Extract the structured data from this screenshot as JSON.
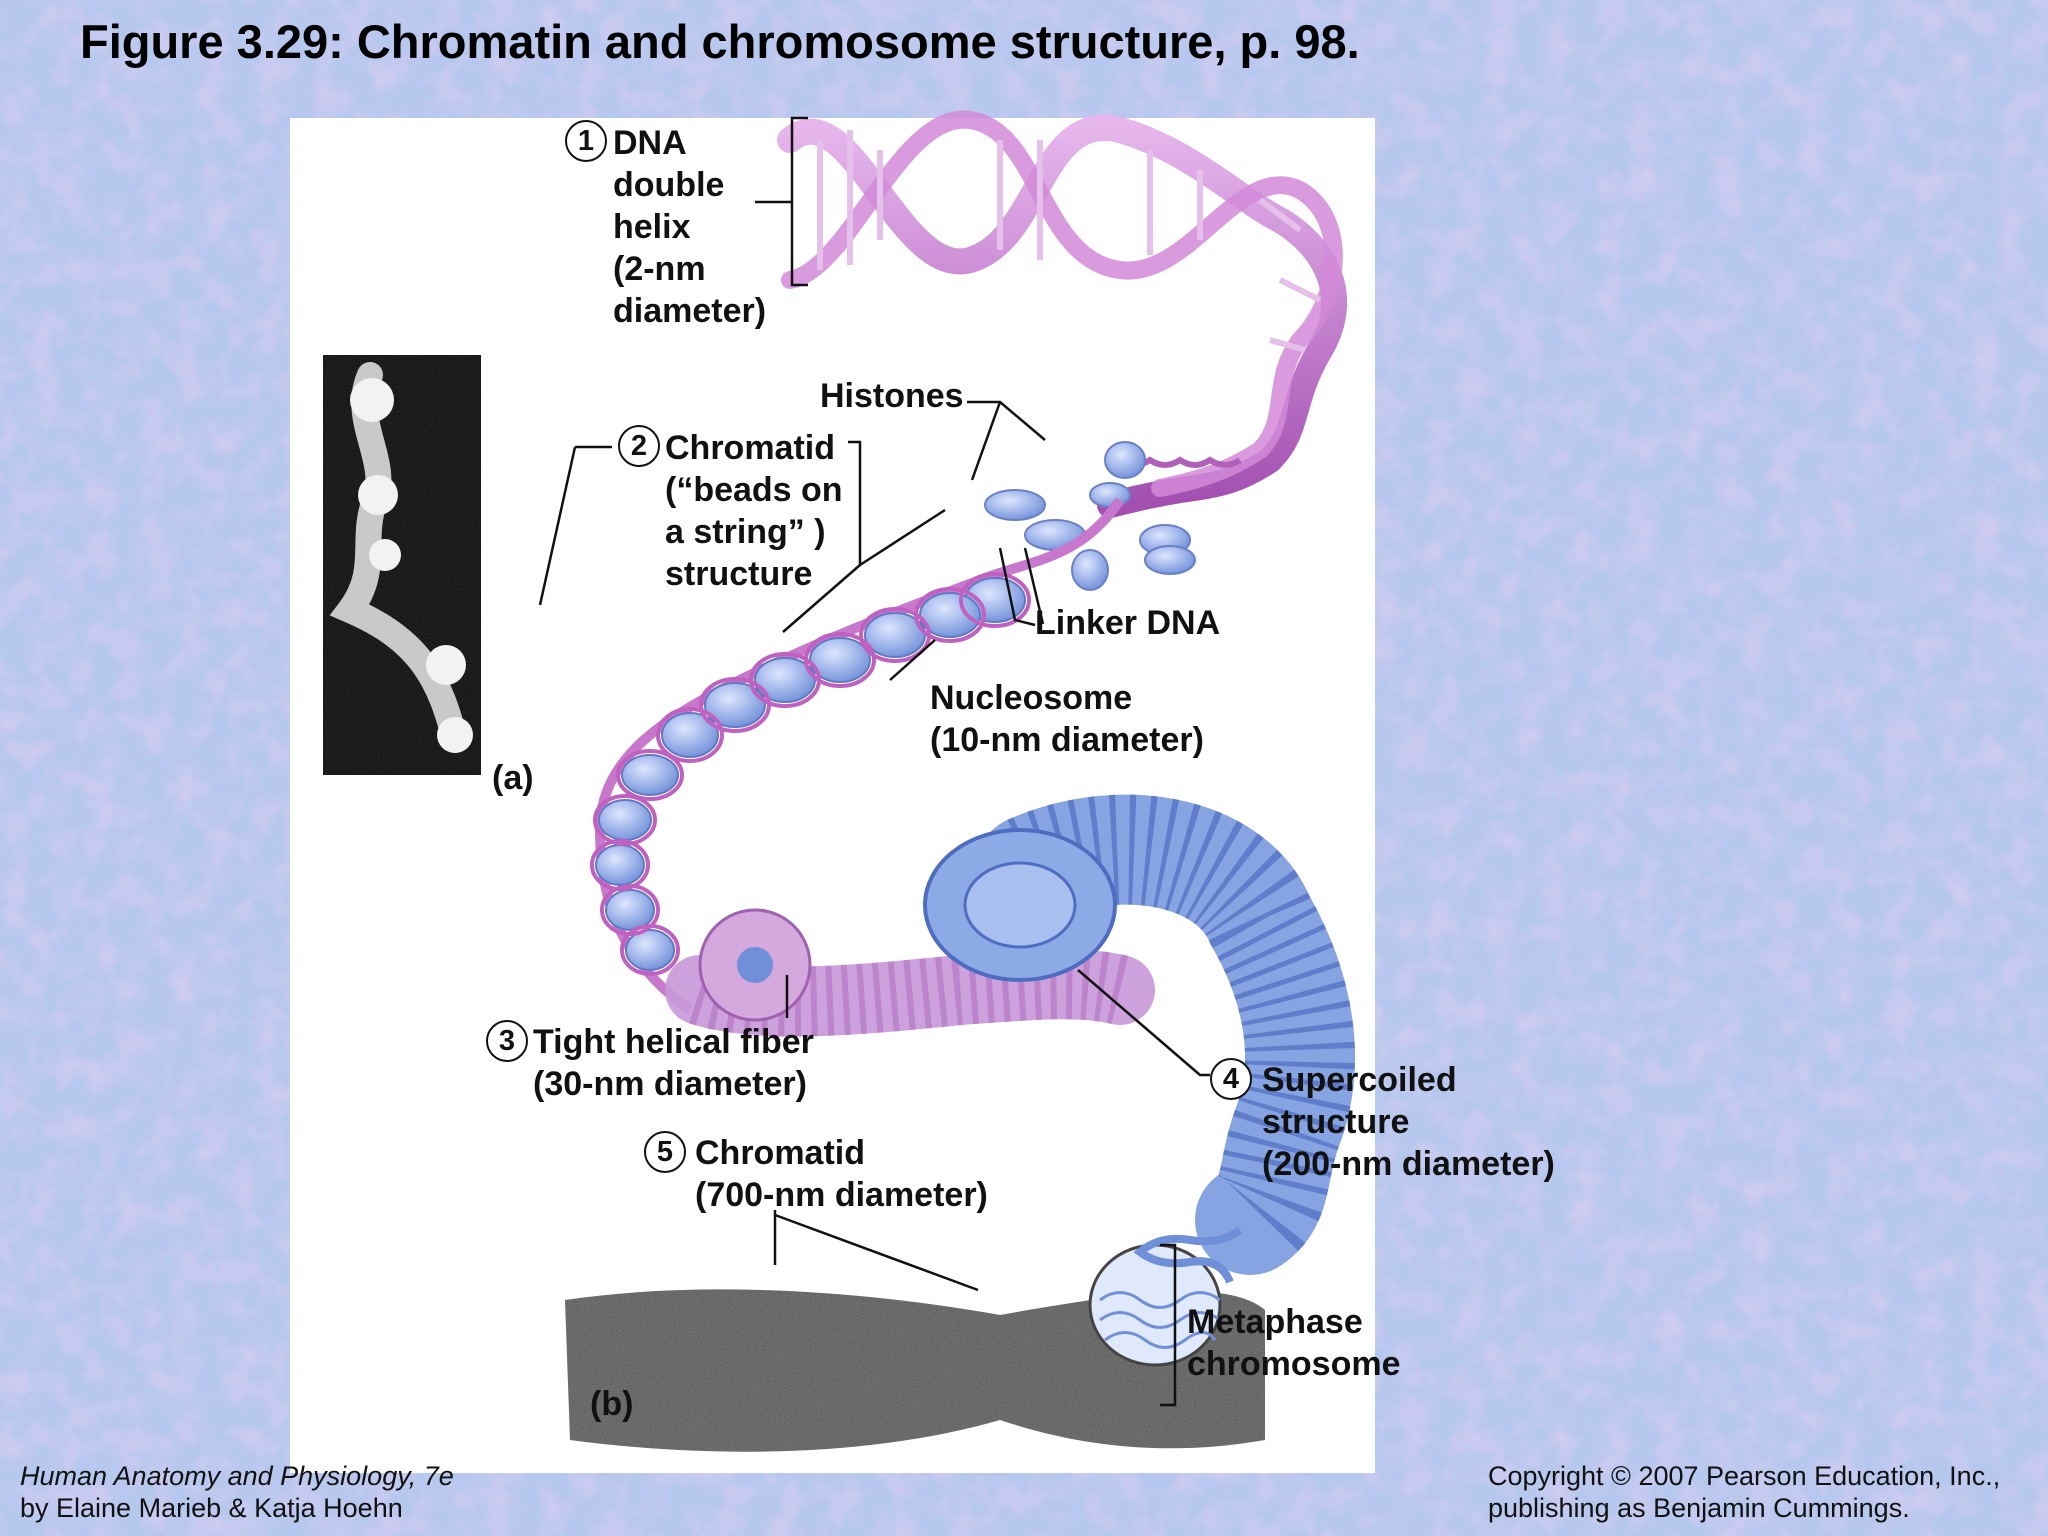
{
  "slide": {
    "title": "Figure 3.29:  Chromatin and chromosome structure, p. 98."
  },
  "colors": {
    "background": "#b7c8ee",
    "dna_pink": "#c070c8",
    "nucleosome_blue": "#7f9fe0",
    "text": "#111111"
  },
  "labels": {
    "step1": {
      "num": "1",
      "lines": [
        "DNA",
        "double",
        "helix",
        "(2-nm",
        "diameter)"
      ]
    },
    "histones": "Histones",
    "step2": {
      "num": "2",
      "lines": [
        "Chromatid",
        "(“beads on",
        "a string” )",
        "structure"
      ]
    },
    "linker": "Linker DNA",
    "nucleosome": {
      "lines": [
        "Nucleosome",
        "(10-nm diameter)"
      ]
    },
    "panel_a": "(a)",
    "step3": {
      "num": "3",
      "lines": [
        "Tight helical fiber",
        "(30-nm diameter)"
      ]
    },
    "step4": {
      "num": "4",
      "lines": [
        "Supercoiled",
        "structure",
        "(200-nm diameter)"
      ]
    },
    "step5": {
      "num": "5",
      "lines": [
        "Chromatid",
        "(700-nm diameter)"
      ]
    },
    "metaphase": {
      "lines": [
        "Metaphase",
        "chromosome"
      ]
    },
    "panel_b": "(b)"
  },
  "footer": {
    "left_line1": "Human Anatomy and Physiology, 7e",
    "left_line2": "by Elaine Marieb & Katja Hoehn",
    "right_line1": "Copyright © 2007 Pearson Education, Inc.,",
    "right_line2": "publishing as Benjamin Cummings."
  },
  "icons": [
    "micrograph-a-image",
    "micrograph-b-image",
    "dna-helix-graphic",
    "nucleosome-chain-graphic",
    "supercoil-graphic"
  ]
}
